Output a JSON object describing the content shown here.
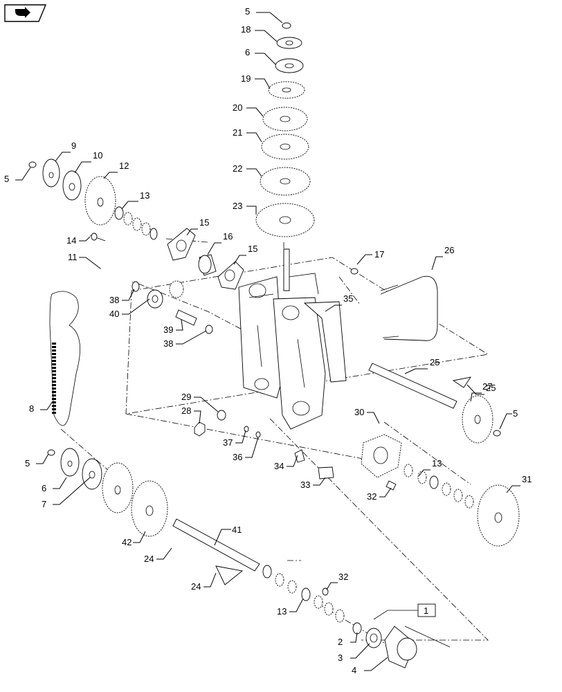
{
  "diagram": {
    "type": "exploded-parts-view",
    "reference_box_label": "1",
    "part_labels": {
      "p1": "1",
      "p2": "2",
      "p3": "3",
      "p4": "4",
      "p5a": "5",
      "p5b": "5",
      "p5c": "5",
      "p5d": "5",
      "p6a": "6",
      "p6b": "6",
      "p7": "7",
      "p8": "8",
      "p9": "9",
      "p10": "10",
      "p11": "11",
      "p12": "12",
      "p13a": "13",
      "p13b": "13",
      "p13c": "13",
      "p14": "14",
      "p15a": "15",
      "p15b": "15",
      "p16": "16",
      "p17": "17",
      "p18": "18",
      "p19": "19",
      "p20": "20",
      "p21": "21",
      "p22": "22",
      "p23": "23",
      "p24a": "24",
      "p24b": "24",
      "p25a": "25",
      "p25b": "25",
      "p26": "26",
      "p27": "27",
      "p28": "28",
      "p29": "29",
      "p30": "30",
      "p31": "31",
      "p32a": "32",
      "p32b": "32",
      "p33": "33",
      "p34": "34",
      "p35": "35",
      "p36": "36",
      "p37": "37",
      "p38a": "38",
      "p38b": "38",
      "p39": "39",
      "p40": "40",
      "p41": "41",
      "p42": "42"
    }
  }
}
